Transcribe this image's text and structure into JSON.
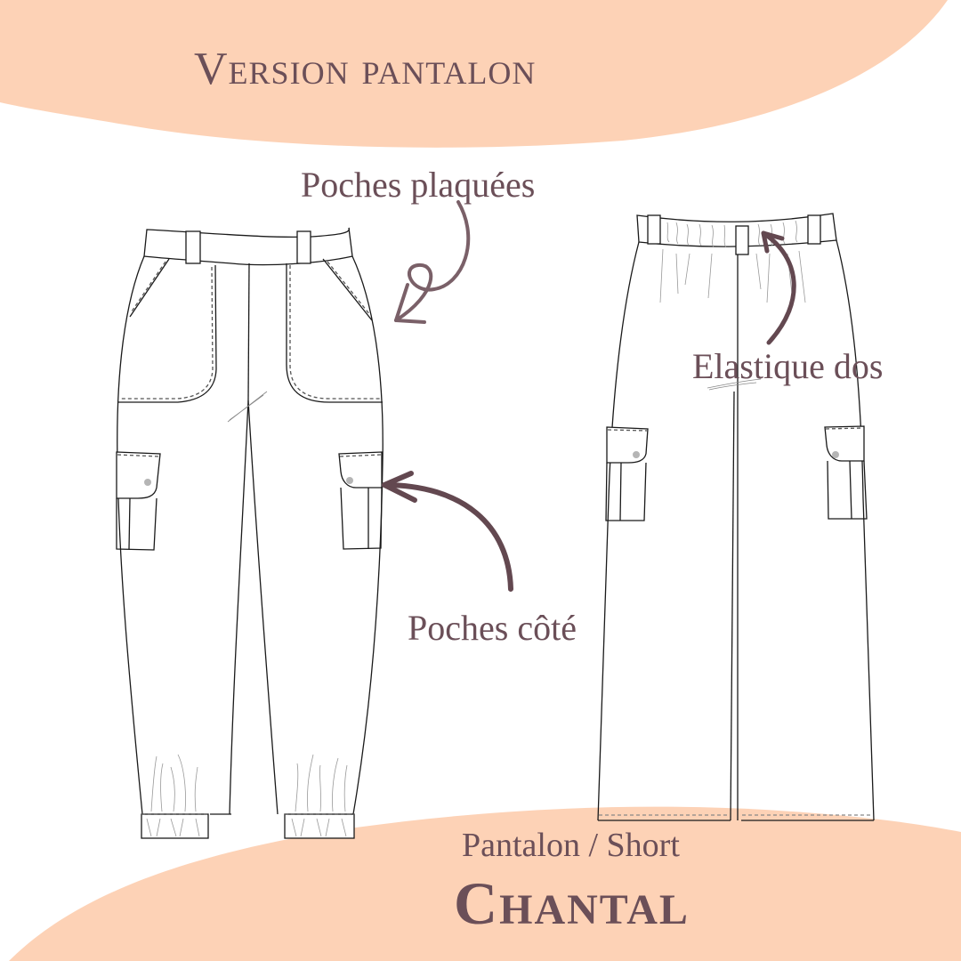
{
  "header": {
    "title": "Version pantalon"
  },
  "callouts": [
    {
      "id": "patch-pockets",
      "label": "Poches plaquées"
    },
    {
      "id": "back-elastic",
      "label": "Elastique dos"
    },
    {
      "id": "side-pockets",
      "label": "Poches côté"
    }
  ],
  "footer": {
    "subtitle": "Pantalon / Short",
    "brand": "Chantal"
  },
  "illustrations": [
    {
      "id": "front-view",
      "description": "Front flat sketch of jogger-style cargo trousers with belt loops, patch pockets and elasticated cuffs"
    },
    {
      "id": "back-view",
      "description": "Back flat sketch of wide-leg cargo trousers with elasticated back waistband and side cargo pockets"
    }
  ],
  "colors": {
    "accent_peach": "#fdd2b6",
    "text_mauve": "#6b4f58",
    "line": "#1a1a1a",
    "stitch": "#8a8a8a",
    "button": "#b5b5b5"
  }
}
